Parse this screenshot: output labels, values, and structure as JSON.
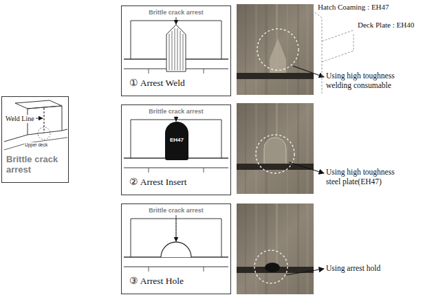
{
  "diagram": {
    "nodes": [
      {
        "text": [
          "Weld Line",
          "Upper deck",
          "Brittle crack arrest"
        ]
      },
      {
        "text": [
          "Brittle crack arrest",
          "① Arrest Weld"
        ]
      },
      {
        "text": [
          "Brittle crack arrest",
          "② Arrest Insert"
        ]
      },
      {
        "text": [
          "EH47"
        ],
        "in": 2
      },
      {
        "text": [
          "Brittle crack arrest",
          "③ Arrest Hole"
        ]
      }
    ],
    "labels": [
      "Hatch Coaming : EH47",
      "Deck Plate : EH40",
      "Using high toughness welding consumable",
      "Using high toughness steel plate(EH47)",
      "Using arrest hold"
    ]
  }
}
